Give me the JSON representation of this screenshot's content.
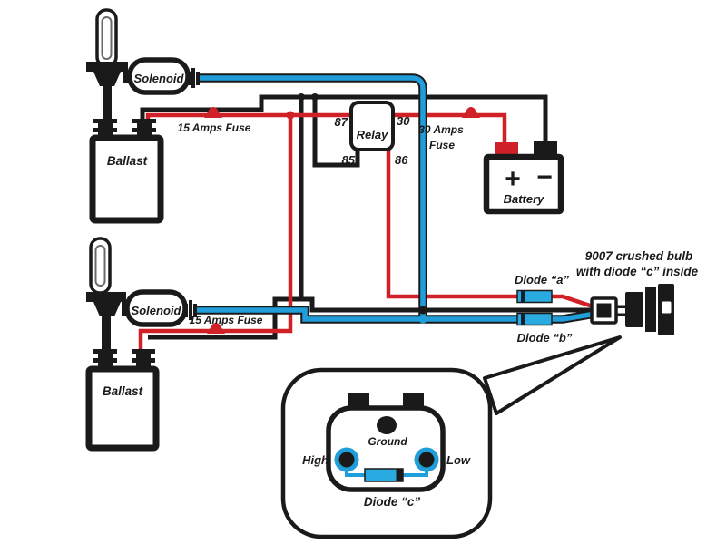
{
  "colors": {
    "ink": "#1a1a1a",
    "wire_red": "#cf2127",
    "wire_blue": "#1f9ed9",
    "diode_fill": "#29abe2"
  },
  "harness1": {
    "solenoid_label": "Solenoid",
    "ballast_label": "Ballast",
    "fuse_label": "15 Amps Fuse"
  },
  "harness2": {
    "solenoid_label": "Solenoid",
    "ballast_label": "Ballast",
    "fuse_label": "15 Amps Fuse"
  },
  "relay": {
    "label": "Relay",
    "pin87": "87",
    "pin30": "30",
    "pin85": "85",
    "pin86": "86"
  },
  "battery": {
    "label": "Battery",
    "plus": "+",
    "minus": "−",
    "fuse_line1": "30 Amps",
    "fuse_line2": "Fuse"
  },
  "diode_a_label": "Diode “a”",
  "diode_b_label": "Diode “b”",
  "bulb_note_line1": "9007 crushed bulb",
  "bulb_note_line2": "with diode “c” inside",
  "connector_detail": {
    "ground_label": "Ground",
    "high_label": "High",
    "low_label": "Low",
    "diode_c_label": "Diode “c”"
  }
}
